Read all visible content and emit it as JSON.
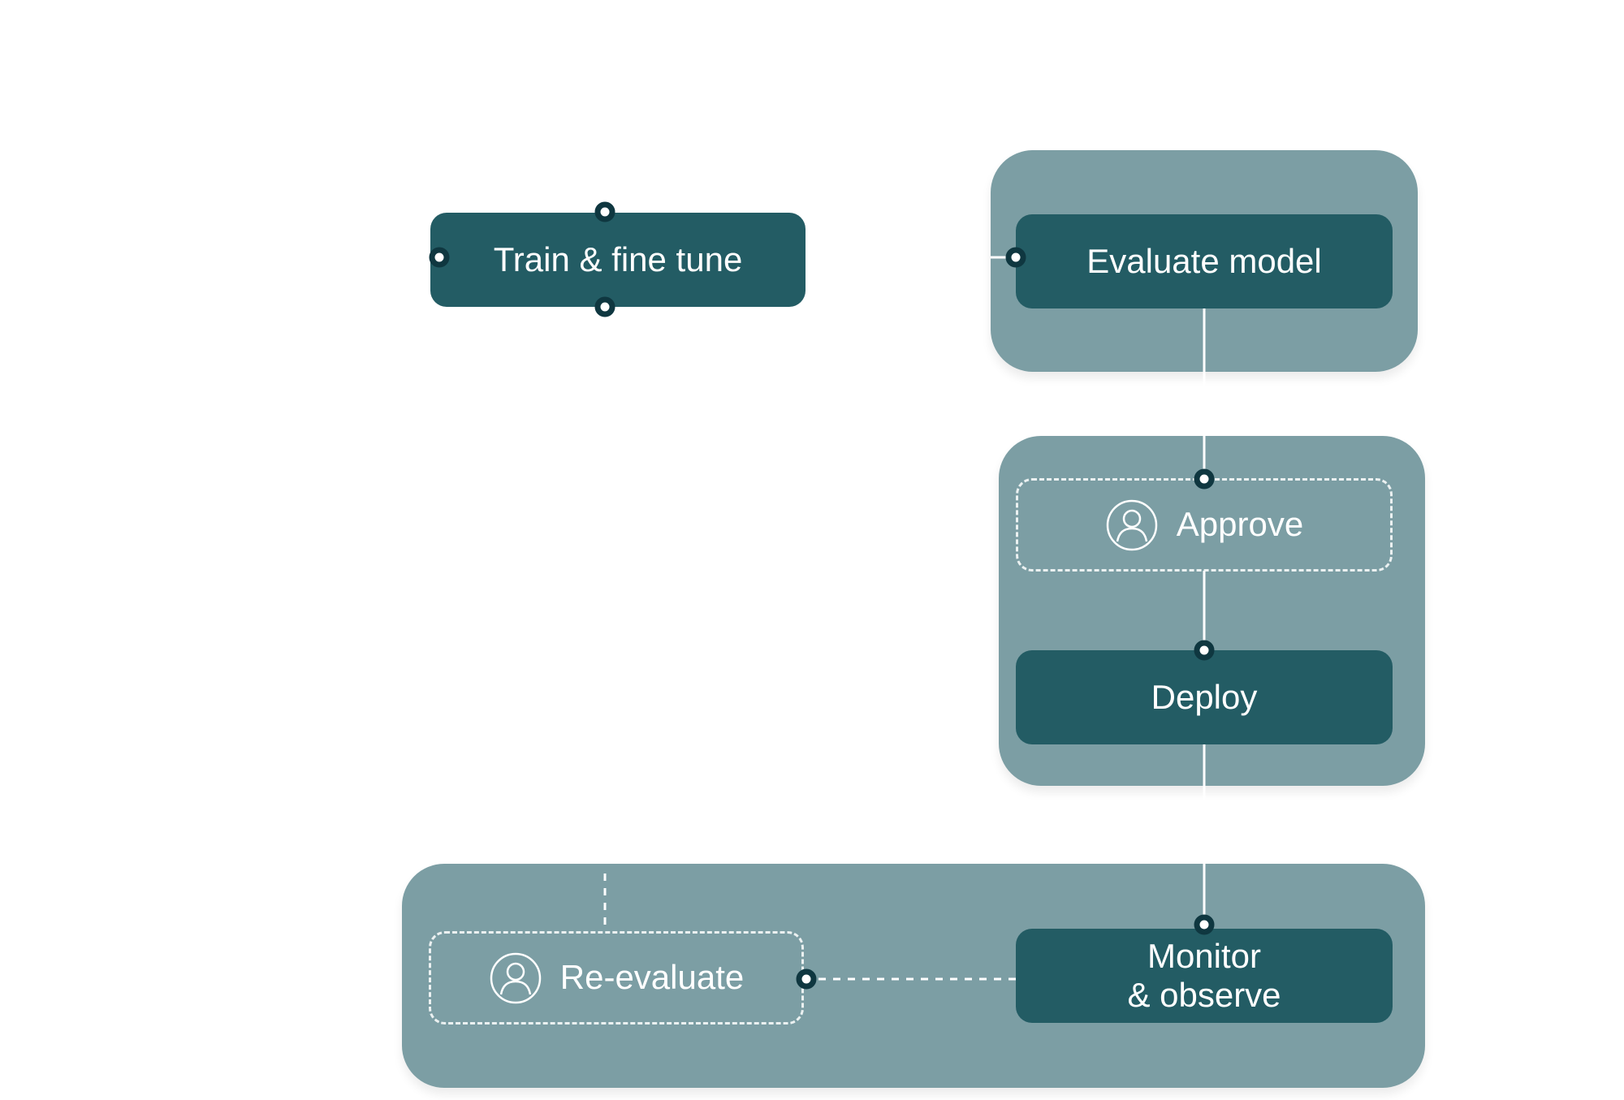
{
  "diagram": {
    "colors": {
      "group_fill": "#7c9ea4",
      "node_fill": "#235c64",
      "port_ring": "#0f3740",
      "port_center": "#ffffff",
      "text": "#ffffff",
      "line": "#ffffff"
    },
    "nodes": {
      "train": {
        "label": "Train & fine tune"
      },
      "evaluate": {
        "label": "Evaluate model"
      },
      "approve": {
        "label": "Approve",
        "icon": "person-icon"
      },
      "deploy": {
        "label": "Deploy"
      },
      "monitor": {
        "line1": "Monitor",
        "line2": "& observe"
      },
      "reevaluate": {
        "label": "Re-evaluate",
        "icon": "person-icon"
      }
    }
  }
}
